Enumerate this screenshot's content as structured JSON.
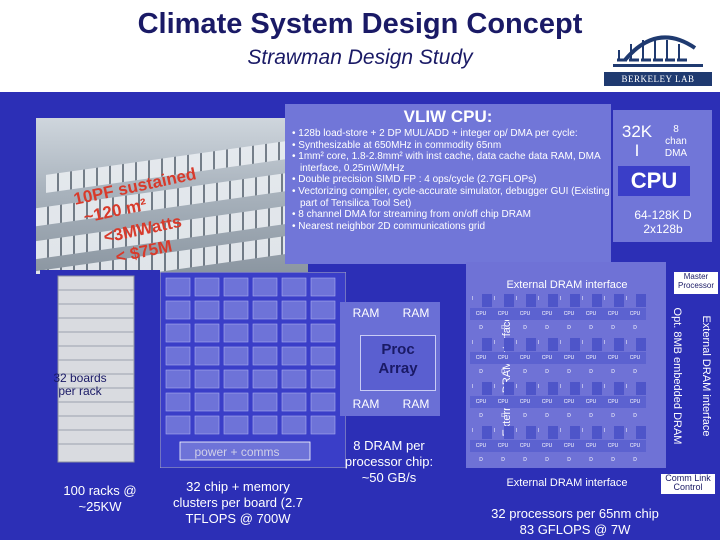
{
  "header": {
    "title": "Climate System Design Concept",
    "subtitle": "Strawman Design Study",
    "logo_text": "BERKELEY LAB"
  },
  "photo": {
    "line1": "10PF sustained",
    "line2": "~120 m²",
    "line3": "<3MWatts",
    "line4": "< $75M"
  },
  "vliw": {
    "title": "VLIW CPU:",
    "bullets": [
      "• 128b load-store + 2 DP MUL/ADD + integer op/ DMA per cycle:",
      "• Synthesizable at 650MHz in commodity 65nm",
      "• 1mm² core, 1.8-2.8mm² with inst cache, data cache data RAM, DMA interface, 0.25mW/MHz",
      "• Double precision SIMD FP : 4 ops/cycle (2.7GFLOPs)",
      "• Vectorizing compiler, cycle-accurate simulator, debugger GUI (Existing part of Tensilica Tool Set)",
      "• 8 channel DMA for streaming from on/off chip DRAM",
      "• Nearest neighbor 2D communications grid"
    ]
  },
  "cpu_panel": {
    "icache_size": "32K",
    "icache_letter": "I",
    "dma_line1": "8",
    "dma_line2": "chan",
    "dma_line3": "DMA",
    "cpu_label": "CPU",
    "dcache_line1": "64-128K D",
    "dcache_line2": "2x128b"
  },
  "board": {
    "ram_top_left": "RAM",
    "ram_top_right": "RAM",
    "ram_bot_left": "RAM",
    "ram_bot_right": "RAM",
    "proc_line1": "Proc",
    "proc_line2": "Array",
    "power_label": "power + comms",
    "boards_label_1": "32 boards",
    "boards_label_2": "per rack"
  },
  "chip": {
    "ext_top": "External DRAM interface",
    "ext_bottom": "External DRAM interface",
    "ext_left": "External DRAM interface",
    "ext_right": "External DRAM interface",
    "opt_embedded": "Opt. 8MB embedded DRAM",
    "master_line1": "Master",
    "master_line2": "Processor",
    "comm_line1": "Comm Link",
    "comm_line2": "Control",
    "cell_i": "I",
    "cell_cpu": "CPU",
    "cell_d": "D"
  },
  "captions": {
    "racks_1": "100 racks @",
    "racks_2": "~25KW",
    "clusters_1": "32 chip + memory",
    "clusters_2": "clusters per board (2.7",
    "clusters_3": "TFLOPS @ 700W",
    "dram_1": "8 DRAM per",
    "dram_2": "processor chip:",
    "dram_3": "~50 GB/s",
    "proc_1": "32 processors per 65nm chip",
    "proc_2": "83 GFLOPS @ 7W"
  },
  "colors": {
    "background_blue": "#2c2fb6",
    "panel_lavender": "#7176d8",
    "title_navy": "#1a1a66",
    "photo_text_red": "#d83a2b"
  }
}
